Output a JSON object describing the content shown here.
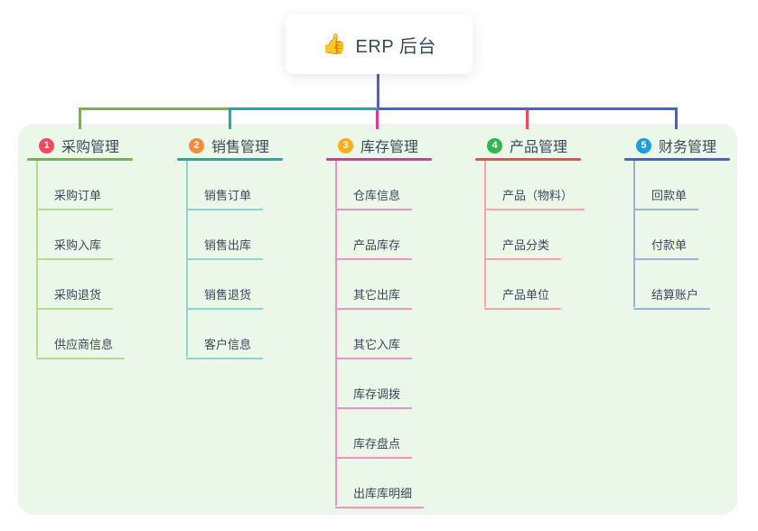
{
  "root": {
    "icon": "👍",
    "label": "ERP 后台"
  },
  "canvas": {
    "panel_color": "#ebf7e8"
  },
  "connectors": {
    "root_line_color": "#4c5fd5"
  },
  "branches": [
    {
      "num": "1",
      "label": "采购管理",
      "badge_color": "#f24b5f",
      "line_color": "#7cb33e",
      "child_line_color": "#b7da90",
      "children": [
        "采购订单",
        "采购入库",
        "采购退货",
        "供应商信息"
      ]
    },
    {
      "num": "2",
      "label": "销售管理",
      "badge_color": "#fb8a3a",
      "line_color": "#10b3a6",
      "child_line_color": "#88d6cd",
      "children": [
        "销售订单",
        "销售出库",
        "销售退货",
        "客户信息"
      ]
    },
    {
      "num": "3",
      "label": "库存管理",
      "badge_color": "#fbae17",
      "line_color": "#e0388f",
      "child_line_color": "#ef92c2",
      "children": [
        "仓库信息",
        "产品库存",
        "其它出库",
        "其它入库",
        "库存调拨",
        "库存盘点",
        "出库库明细"
      ]
    },
    {
      "num": "4",
      "label": "产品管理",
      "badge_color": "#2eb84e",
      "line_color": "#f4495c",
      "child_line_color": "#f8a2aa",
      "children": [
        "产品（物料）",
        "产品分类",
        "产品单位"
      ]
    },
    {
      "num": "5",
      "label": "财务管理",
      "badge_color": "#1e9ce0",
      "line_color": "#4a5ed0",
      "child_line_color": "#9cb1e3",
      "children": [
        "回款单",
        "付款单",
        "结算账户"
      ]
    }
  ]
}
